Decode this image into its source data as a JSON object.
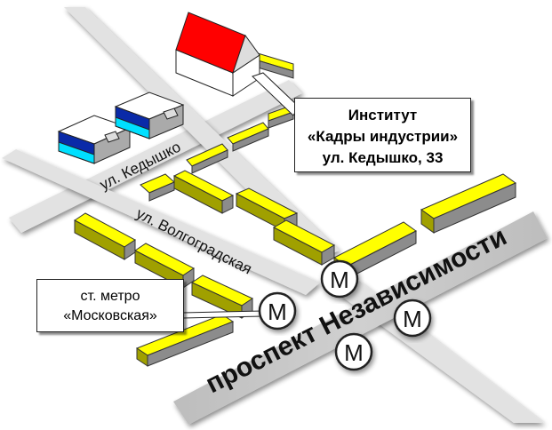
{
  "streets": {
    "kedyshko": "ул. Кедышко",
    "volgogradskaya": "ул. Волгоградская",
    "nezavisimosti": "проспект Независимости"
  },
  "institute_callout": {
    "line1": "Институт",
    "line2": "«Кадры индустрии»",
    "line3": "ул. Кедышко, 33"
  },
  "metro_callout": {
    "line1": "ст. метро",
    "line2": "«Московская»"
  },
  "metro_symbol": "M",
  "colors": {
    "building_top": "#ffff00",
    "building_side": "#888888",
    "institute_roof": "#ff0000",
    "blue_building": "#0a2aa8",
    "cyan_building": "#00e0ff"
  }
}
